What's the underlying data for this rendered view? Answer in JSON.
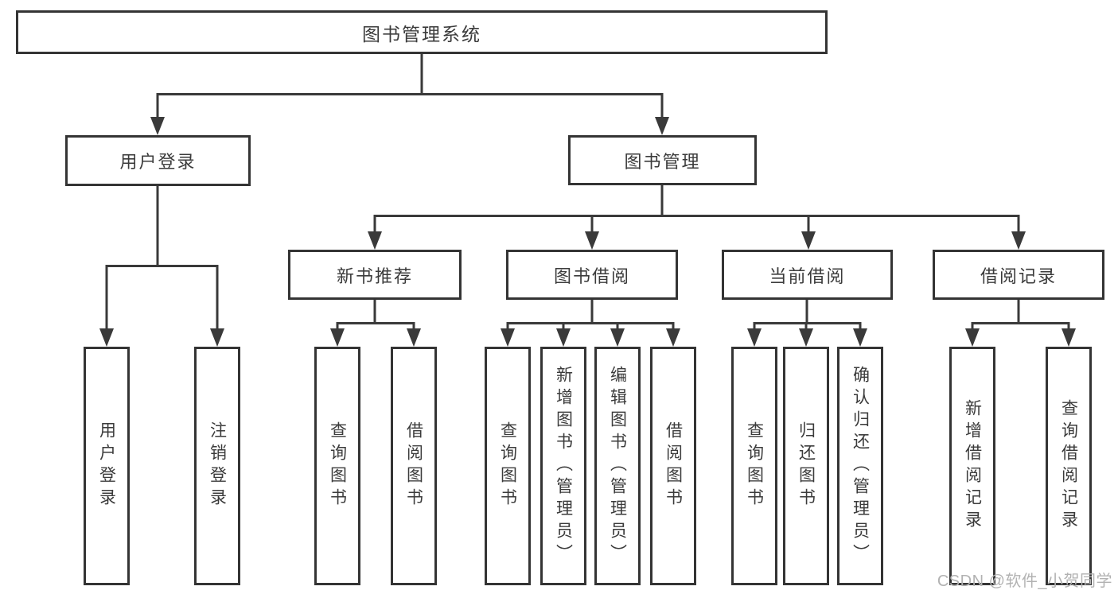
{
  "tree": {
    "label": "图书管理系统",
    "children": [
      {
        "label": "用户登录",
        "children": [
          {
            "label": "用户登录"
          },
          {
            "label": "注销登录"
          }
        ]
      },
      {
        "label": "图书管理",
        "children": [
          {
            "label": "新书推荐",
            "children": [
              {
                "label": "查询图书"
              },
              {
                "label": "借阅图书"
              }
            ]
          },
          {
            "label": "图书借阅",
            "children": [
              {
                "label": "查询图书"
              },
              {
                "label": "新增图书（管理员）"
              },
              {
                "label": "编辑图书（管理员）"
              },
              {
                "label": "借阅图书"
              }
            ]
          },
          {
            "label": "当前借阅",
            "children": [
              {
                "label": "查询图书"
              },
              {
                "label": "归还图书"
              },
              {
                "label": "确认归还（管理员）"
              }
            ]
          },
          {
            "label": "借阅记录",
            "children": [
              {
                "label": "新增借阅记录"
              },
              {
                "label": "查询借阅记录"
              }
            ]
          }
        ]
      }
    ]
  },
  "watermark": "CSDN @软件_小贺同学",
  "colors": {
    "line": "#3a3a3a",
    "box_border": "#343434",
    "text": "#3b3b3b",
    "watermark": "#b2b2b2",
    "background": "#ffffff"
  }
}
